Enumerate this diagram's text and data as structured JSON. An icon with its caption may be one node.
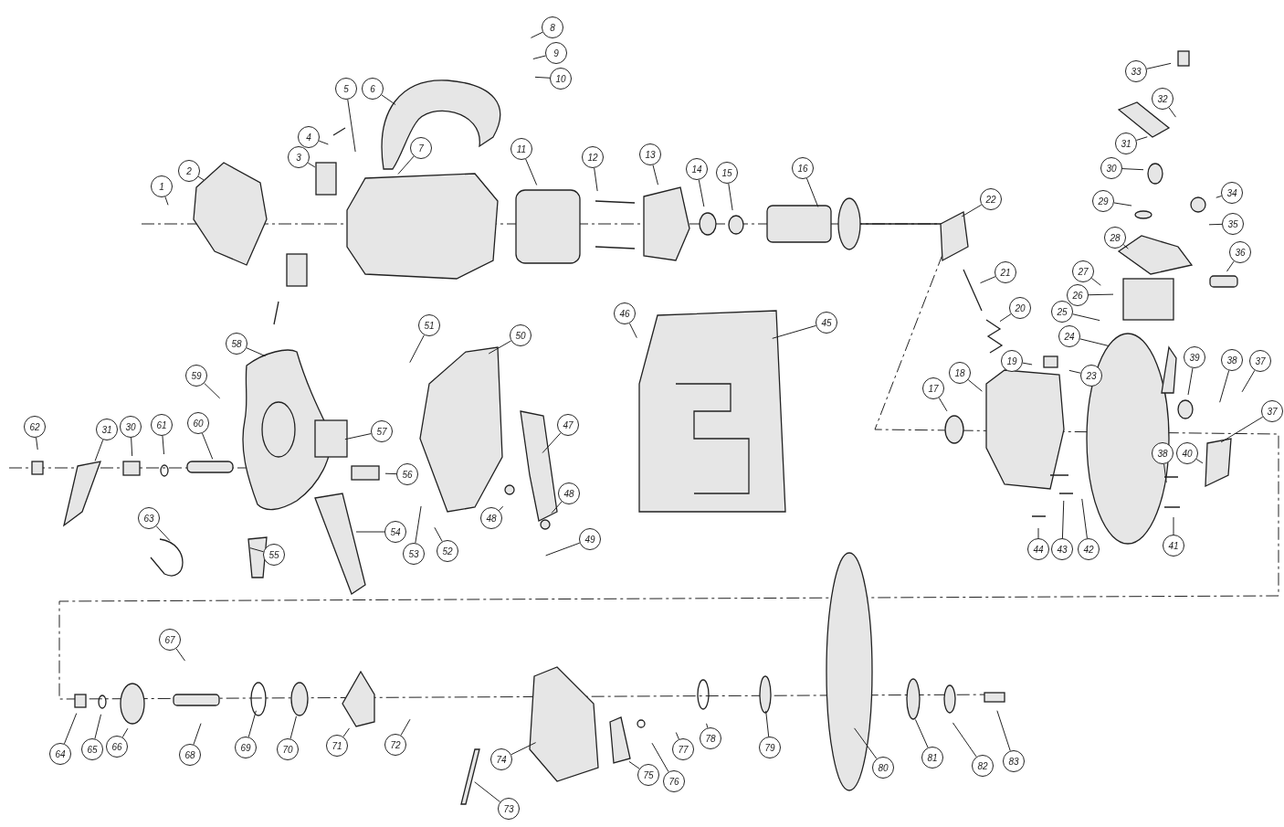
{
  "diagram": {
    "nodes": [
      {
        "text": [
          "1"
        ]
      },
      {
        "text": [
          "2"
        ]
      },
      {
        "text": [
          "3"
        ]
      },
      {
        "text": [
          "4"
        ]
      },
      {
        "text": [
          "5"
        ]
      },
      {
        "text": [
          "6"
        ]
      },
      {
        "text": [
          "7"
        ]
      },
      {
        "text": [
          "8"
        ]
      },
      {
        "text": [
          "9"
        ]
      },
      {
        "text": [
          "10"
        ]
      },
      {
        "text": [
          "11"
        ]
      },
      {
        "text": [
          "12"
        ]
      },
      {
        "text": [
          "13"
        ]
      },
      {
        "text": [
          "14"
        ]
      },
      {
        "text": [
          "15"
        ]
      },
      {
        "text": [
          "16"
        ]
      },
      {
        "text": [
          "17"
        ]
      },
      {
        "text": [
          "18"
        ]
      },
      {
        "text": [
          "19"
        ]
      },
      {
        "text": [
          "20"
        ]
      },
      {
        "text": [
          "21"
        ]
      },
      {
        "text": [
          "22"
        ]
      },
      {
        "text": [
          "23"
        ]
      },
      {
        "text": [
          "24"
        ]
      },
      {
        "text": [
          "25"
        ]
      },
      {
        "text": [
          "26"
        ]
      },
      {
        "text": [
          "27"
        ]
      },
      {
        "text": [
          "28"
        ]
      },
      {
        "text": [
          "29"
        ]
      },
      {
        "text": [
          "30"
        ]
      },
      {
        "text": [
          "31"
        ]
      },
      {
        "text": [
          "32"
        ]
      },
      {
        "text": [
          "33"
        ]
      },
      {
        "text": [
          "34"
        ]
      },
      {
        "text": [
          "35"
        ]
      },
      {
        "text": [
          "36"
        ]
      },
      {
        "text": [
          "37"
        ]
      },
      {
        "text": [
          "38"
        ]
      },
      {
        "text": [
          "39"
        ]
      },
      {
        "text": [
          "40"
        ]
      },
      {
        "text": [
          "41"
        ]
      },
      {
        "text": [
          "42"
        ]
      },
      {
        "text": [
          "43"
        ]
      },
      {
        "text": [
          "44"
        ]
      },
      {
        "text": [
          "45"
        ]
      },
      {
        "text": [
          "46"
        ]
      },
      {
        "text": [
          "47"
        ]
      },
      {
        "text": [
          "48"
        ]
      },
      {
        "text": [
          "49"
        ]
      },
      {
        "text": [
          "50"
        ]
      },
      {
        "text": [
          "51"
        ]
      },
      {
        "text": [
          "52"
        ]
      },
      {
        "text": [
          "53"
        ]
      },
      {
        "text": [
          "54"
        ]
      },
      {
        "text": [
          "55"
        ]
      },
      {
        "text": [
          "56"
        ]
      },
      {
        "text": [
          "57"
        ]
      },
      {
        "text": [
          "58"
        ]
      },
      {
        "text": [
          "59"
        ]
      },
      {
        "text": [
          "60"
        ]
      },
      {
        "text": [
          "61"
        ]
      },
      {
        "text": [
          "62"
        ]
      },
      {
        "text": [
          "63"
        ]
      },
      {
        "text": [
          "64"
        ]
      },
      {
        "text": [
          "65"
        ]
      },
      {
        "text": [
          "66"
        ]
      },
      {
        "text": [
          "67"
        ]
      },
      {
        "text": [
          "68"
        ]
      },
      {
        "text": [
          "69"
        ]
      },
      {
        "text": [
          "70"
        ]
      },
      {
        "text": [
          "71"
        ]
      },
      {
        "text": [
          "72"
        ]
      },
      {
        "text": [
          "73"
        ]
      },
      {
        "text": [
          "74"
        ]
      },
      {
        "text": [
          "75"
        ]
      },
      {
        "text": [
          "76"
        ]
      },
      {
        "text": [
          "77"
        ]
      },
      {
        "text": [
          "78"
        ]
      },
      {
        "text": [
          "79"
        ]
      },
      {
        "text": [
          "80"
        ]
      },
      {
        "text": [
          "81"
        ]
      },
      {
        "text": [
          "82"
        ]
      },
      {
        "text": [
          "83"
        ]
      },
      {
        "text": [
          "30"
        ]
      },
      {
        "text": [
          "31"
        ]
      },
      {
        "text": [
          "37"
        ]
      },
      {
        "text": [
          "38"
        ]
      },
      {
        "text": [
          "48"
        ]
      }
    ],
    "edges": [
      {
        "from": 0,
        "to": null,
        "arrow": "none"
      },
      {
        "from": 1,
        "to": null,
        "arrow": "none"
      },
      {
        "from": 2,
        "to": null,
        "arrow": "none"
      },
      {
        "from": 3,
        "to": null,
        "arrow": "none"
      },
      {
        "from": 4,
        "to": null,
        "arrow": "none"
      },
      {
        "from": 5,
        "to": null,
        "arrow": "none"
      },
      {
        "from": 6,
        "to": null,
        "arrow": "none"
      },
      {
        "from": 7,
        "to": null,
        "arrow": "none"
      },
      {
        "from": 8,
        "to": null,
        "arrow": "none"
      },
      {
        "from": 9,
        "to": null,
        "arrow": "none"
      },
      {
        "from": 10,
        "to": null,
        "arrow": "none"
      },
      {
        "from": 11,
        "to": null,
        "arrow": "none"
      },
      {
        "from": 12,
        "to": null,
        "arrow": "none"
      },
      {
        "from": 13,
        "to": null,
        "arrow": "none"
      },
      {
        "from": 14,
        "to": null,
        "arrow": "none"
      },
      {
        "from": 15,
        "to": null,
        "arrow": "none"
      },
      {
        "from": 16,
        "to": null,
        "arrow": "none"
      },
      {
        "from": 17,
        "to": null,
        "arrow": "none"
      },
      {
        "from": 18,
        "to": null,
        "arrow": "none"
      },
      {
        "from": 19,
        "to": null,
        "arrow": "none"
      },
      {
        "from": 20,
        "to": null,
        "arrow": "none"
      },
      {
        "from": 21,
        "to": null,
        "arrow": "none"
      },
      {
        "from": 22,
        "to": null,
        "arrow": "none"
      },
      {
        "from": 23,
        "to": null,
        "arrow": "none"
      },
      {
        "from": 24,
        "to": null,
        "arrow": "none"
      },
      {
        "from": 25,
        "to": null,
        "arrow": "none"
      },
      {
        "from": 26,
        "to": null,
        "arrow": "none"
      },
      {
        "from": 27,
        "to": null,
        "arrow": "none"
      },
      {
        "from": 28,
        "to": null,
        "arrow": "none"
      },
      {
        "from": 29,
        "to": null,
        "arrow": "none"
      },
      {
        "from": 30,
        "to": null,
        "arrow": "none"
      },
      {
        "from": 31,
        "to": null,
        "arrow": "none"
      },
      {
        "from": 32,
        "to": null,
        "arrow": "none"
      },
      {
        "from": 33,
        "to": null,
        "arrow": "none"
      },
      {
        "from": 34,
        "to": null,
        "arrow": "none"
      },
      {
        "from": 35,
        "to": null,
        "arrow": "none"
      },
      {
        "from": 36,
        "to": null,
        "arrow": "none"
      },
      {
        "from": 37,
        "to": null,
        "arrow": "none"
      },
      {
        "from": 38,
        "to": null,
        "arrow": "none"
      },
      {
        "from": 39,
        "to": null,
        "arrow": "none"
      },
      {
        "from": 40,
        "to": null,
        "arrow": "none"
      },
      {
        "from": 41,
        "to": null,
        "arrow": "none"
      },
      {
        "from": 42,
        "to": null,
        "arrow": "none"
      },
      {
        "from": 43,
        "to": null,
        "arrow": "none"
      },
      {
        "from": 44,
        "to": null,
        "arrow": "none"
      },
      {
        "from": 45,
        "to": null,
        "arrow": "none"
      },
      {
        "from": 46,
        "to": null,
        "arrow": "none"
      },
      {
        "from": 47,
        "to": null,
        "arrow": "none"
      },
      {
        "from": 48,
        "to": null,
        "arrow": "none"
      },
      {
        "from": 49,
        "to": null,
        "arrow": "none"
      },
      {
        "from": 50,
        "to": null,
        "arrow": "none"
      },
      {
        "from": 51,
        "to": null,
        "arrow": "none"
      },
      {
        "from": 52,
        "to": null,
        "arrow": "none"
      },
      {
        "from": 53,
        "to": null,
        "arrow": "none"
      },
      {
        "from": 54,
        "to": null,
        "arrow": "none"
      },
      {
        "from": 55,
        "to": null,
        "arrow": "none"
      },
      {
        "from": 56,
        "to": null,
        "arrow": "none"
      },
      {
        "from": 57,
        "to": null,
        "arrow": "none"
      },
      {
        "from": 58,
        "to": null,
        "arrow": "none"
      },
      {
        "from": 59,
        "to": null,
        "arrow": "none"
      },
      {
        "from": 60,
        "to": null,
        "arrow": "none"
      },
      {
        "from": 61,
        "to": null,
        "arrow": "none"
      },
      {
        "from": 62,
        "to": null,
        "arrow": "none"
      },
      {
        "from": 63,
        "to": null,
        "arrow": "none"
      },
      {
        "from": 64,
        "to": null,
        "arrow": "none"
      },
      {
        "from": 65,
        "to": null,
        "arrow": "none"
      },
      {
        "from": 66,
        "to": null,
        "arrow": "none"
      },
      {
        "from": 67,
        "to": null,
        "arrow": "none"
      },
      {
        "from": 68,
        "to": null,
        "arrow": "none"
      },
      {
        "from": 69,
        "to": null,
        "arrow": "none"
      },
      {
        "from": 70,
        "to": null,
        "arrow": "none"
      },
      {
        "from": 71,
        "to": null,
        "arrow": "none"
      },
      {
        "from": 72,
        "to": null,
        "arrow": "none"
      },
      {
        "from": 73,
        "to": null,
        "arrow": "none"
      },
      {
        "from": 74,
        "to": null,
        "arrow": "none"
      },
      {
        "from": 75,
        "to": null,
        "arrow": "none"
      },
      {
        "from": 76,
        "to": null,
        "arrow": "none"
      },
      {
        "from": 77,
        "to": null,
        "arrow": "none"
      },
      {
        "from": 78,
        "to": null,
        "arrow": "none"
      },
      {
        "from": 79,
        "to": null,
        "arrow": "none"
      },
      {
        "from": 80,
        "to": null,
        "arrow": "none"
      },
      {
        "from": 81,
        "to": null,
        "arrow": "none"
      },
      {
        "from": 82,
        "to": null,
        "arrow": "none"
      },
      {
        "from": 83,
        "to": null,
        "arrow": "none"
      },
      {
        "from": 84,
        "to": null,
        "arrow": "none"
      },
      {
        "from": 85,
        "to": null,
        "arrow": "none"
      },
      {
        "from": 86,
        "to": null,
        "arrow": "none"
      },
      {
        "from": 87,
        "to": null,
        "arrow": "none"
      }
    ]
  }
}
